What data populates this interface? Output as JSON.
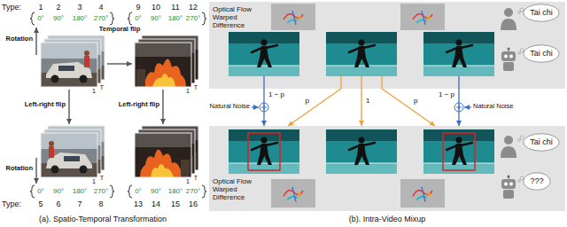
{
  "diagram": {
    "nodes": [
      {
        "text": [
          "Optical Flow Warped Difference"
        ]
      },
      {
        "text": [
          "Tai chi"
        ],
        "in": 0
      },
      {
        "text": [
          "Tai chi"
        ],
        "in": 0
      },
      {
        "text": [
          "Optical Flow Warped Difference"
        ]
      },
      {
        "text": [
          "Tai chi"
        ],
        "in": 3
      },
      {
        "text": [
          "???"
        ],
        "in": 3
      }
    ],
    "edges": [
      {
        "from": 0,
        "to": 3,
        "label": "1 − p",
        "arrow": "to"
      },
      {
        "from": 0,
        "to": 3,
        "label": "p",
        "arrow": "to"
      },
      {
        "from": 0,
        "to": 3,
        "label": "1",
        "arrow": "to"
      },
      {
        "from": 0,
        "to": 3,
        "label": "p",
        "arrow": "to"
      },
      {
        "from": 0,
        "to": 3,
        "label": "1 − p",
        "arrow": "to"
      }
    ],
    "labels": [
      "Type:",
      "1",
      "2",
      "3",
      "4",
      "9",
      "10",
      "11",
      "12",
      "0°",
      "90°",
      "180°",
      "270°",
      "0°",
      "90°",
      "180°",
      "270°",
      "Temporal flip",
      "Rotation",
      "T",
      "1",
      "T",
      "1",
      "Left-right flip",
      "Left-right flip",
      "Rotation",
      "T",
      "1",
      "T",
      "1",
      "0°",
      "90°",
      "180°",
      "270°",
      "0°",
      "90°",
      "180°",
      "270°",
      "Type:",
      "5",
      "6",
      "7",
      "8",
      "13",
      "14",
      "15",
      "16",
      "(a). Spatio-Temporal Transformation",
      "Natural Noise",
      "Natural Noise",
      "(b). Intra-Video Mixup"
    ]
  }
}
